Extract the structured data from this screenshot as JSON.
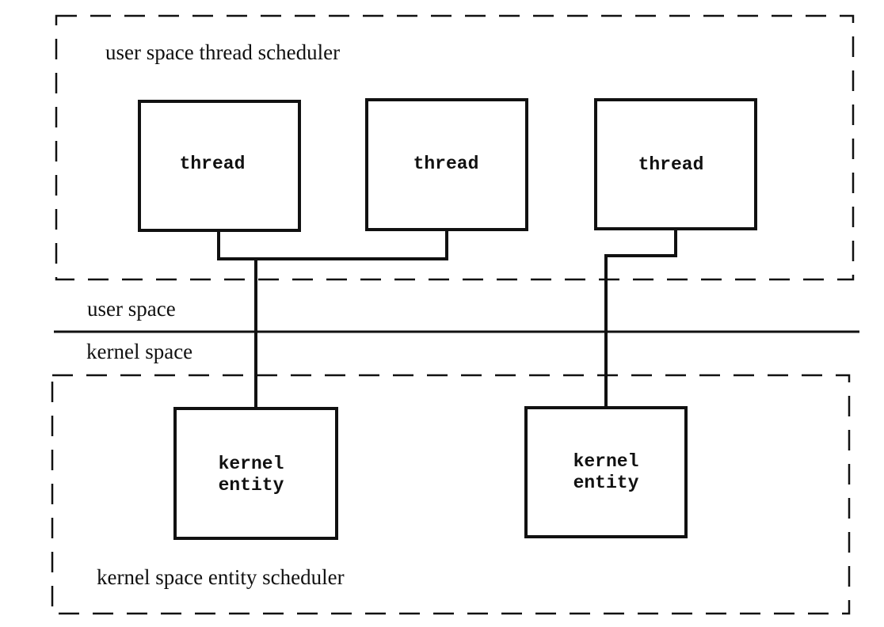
{
  "user_scheduler": {
    "label": "user space thread scheduler",
    "threads": [
      {
        "label": "thread"
      },
      {
        "label": "thread"
      },
      {
        "label": "thread"
      }
    ]
  },
  "boundary": {
    "user_space_label": "user space",
    "kernel_space_label": "kernel space"
  },
  "kernel_scheduler": {
    "label": "kernel space entity scheduler",
    "entities": [
      {
        "line1": "kernel",
        "line2": "entity"
      },
      {
        "line1": "kernel",
        "line2": "entity"
      }
    ]
  }
}
